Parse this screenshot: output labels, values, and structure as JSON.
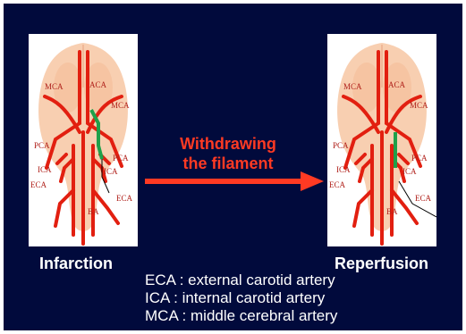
{
  "arrow": {
    "line1": "Withdrawing",
    "line2": "the filament"
  },
  "captions": {
    "left": "Infarction",
    "right": "Reperfusion"
  },
  "legend": [
    "ECA : external carotid artery",
    "ICA : internal carotid artery",
    "MCA : middle cerebral artery"
  ],
  "labels": {
    "ACA": "ACA",
    "MCA": "MCA",
    "PCA": "PCA",
    "ICA": "ICA",
    "ECA": "ECA",
    "BA": "BA"
  },
  "colors": {
    "background": "#010a3c",
    "arrow": "#ff3a23",
    "artery": "#e21f10",
    "filament": "#1fa04a",
    "brain": "#f8cfb1"
  }
}
